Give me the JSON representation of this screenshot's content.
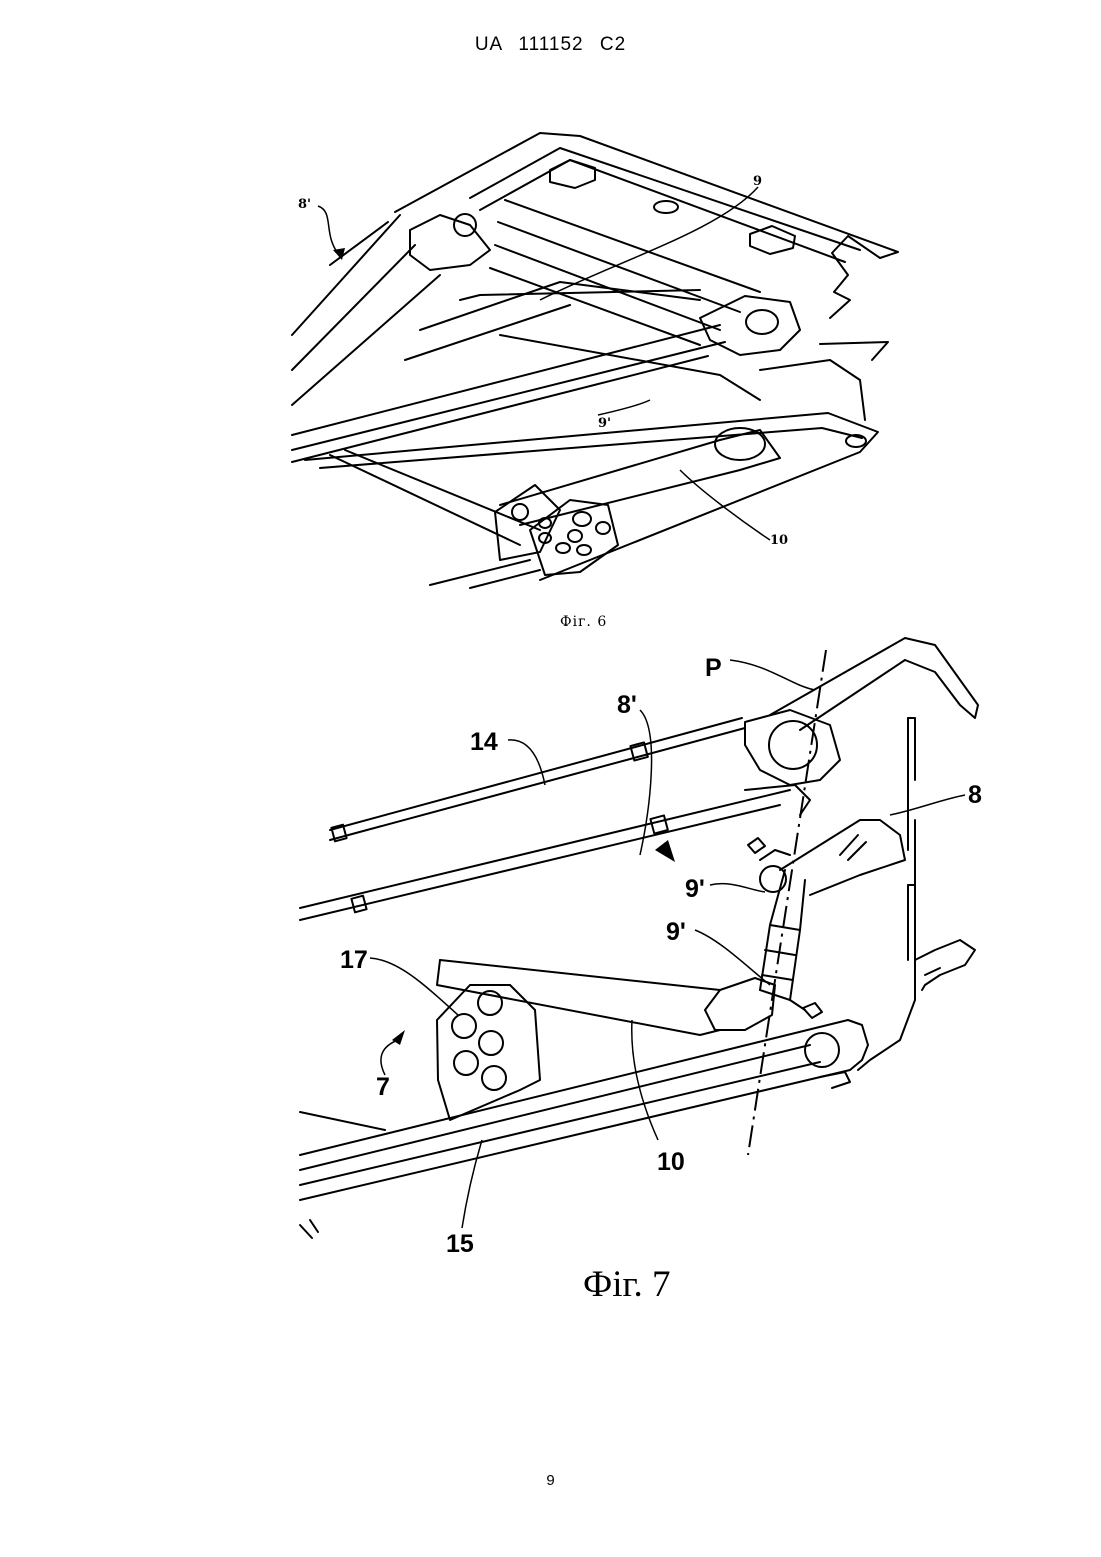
{
  "header": {
    "doc_id": "UA   111152   C2"
  },
  "fig6": {
    "caption": "Фіг. 6",
    "labels": {
      "l8p": "8'",
      "l9": "9",
      "l9p": "9'",
      "l10": "10"
    }
  },
  "fig7": {
    "caption": "Фіг. 7",
    "labels": {
      "P": "P",
      "l8p": "8'",
      "l14": "14",
      "l8": "8",
      "l9p_a": "9'",
      "l9p_b": "9'",
      "l17": "17",
      "l7": "7",
      "l10": "10",
      "l15": "15"
    }
  },
  "footer": {
    "page_number": "9"
  }
}
